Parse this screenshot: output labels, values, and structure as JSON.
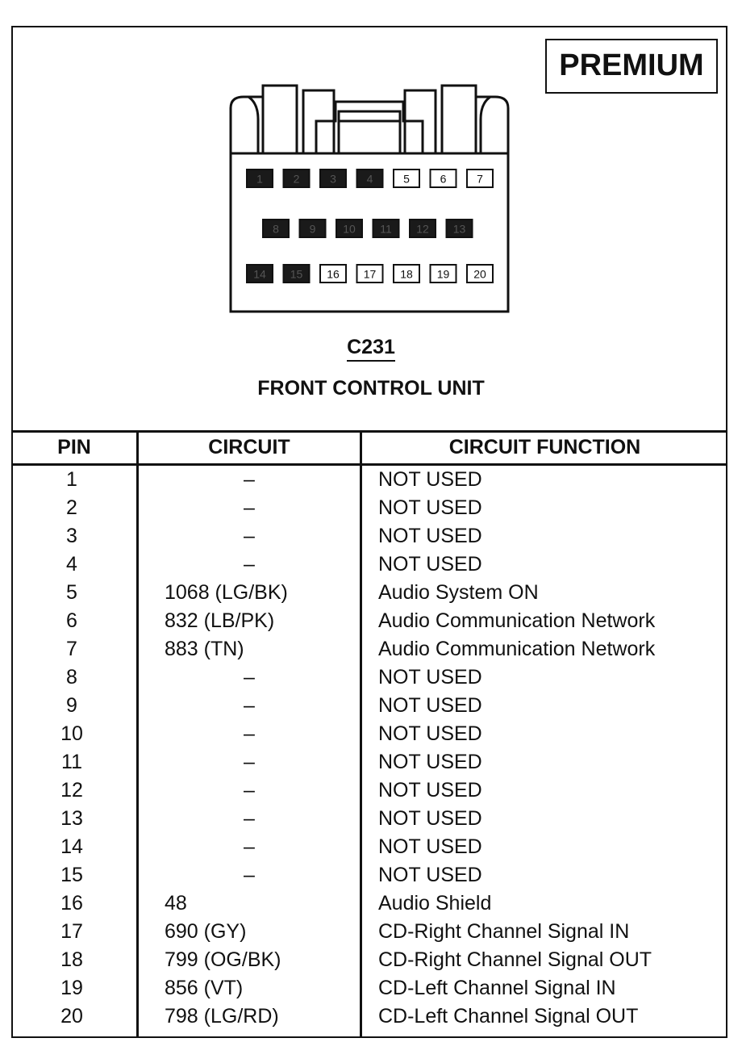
{
  "badge": "PREMIUM",
  "connector": {
    "id": "C231",
    "name": "FRONT CONTROL UNIT",
    "rows": [
      [
        {
          "n": "1",
          "filled": true
        },
        {
          "n": "2",
          "filled": true
        },
        {
          "n": "3",
          "filled": true
        },
        {
          "n": "4",
          "filled": true
        },
        {
          "n": "5",
          "filled": false
        },
        {
          "n": "6",
          "filled": false
        },
        {
          "n": "7",
          "filled": false
        }
      ],
      [
        {
          "n": "8",
          "filled": true
        },
        {
          "n": "9",
          "filled": true
        },
        {
          "n": "10",
          "filled": true
        },
        {
          "n": "11",
          "filled": true
        },
        {
          "n": "12",
          "filled": true
        },
        {
          "n": "13",
          "filled": true
        }
      ],
      [
        {
          "n": "14",
          "filled": true
        },
        {
          "n": "15",
          "filled": true
        },
        {
          "n": "16",
          "filled": false
        },
        {
          "n": "17",
          "filled": false
        },
        {
          "n": "18",
          "filled": false
        },
        {
          "n": "19",
          "filled": false
        },
        {
          "n": "20",
          "filled": false
        }
      ]
    ]
  },
  "table": {
    "headers": {
      "pin": "PIN",
      "circuit": "CIRCUIT",
      "function": "CIRCUIT FUNCTION"
    },
    "rows": [
      {
        "pin": "1",
        "circuit": "–",
        "function": "NOT USED"
      },
      {
        "pin": "2",
        "circuit": "–",
        "function": "NOT USED"
      },
      {
        "pin": "3",
        "circuit": "–",
        "function": "NOT USED"
      },
      {
        "pin": "4",
        "circuit": "–",
        "function": "NOT USED"
      },
      {
        "pin": "5",
        "circuit": "1068 (LG/BK)",
        "function": "Audio System ON"
      },
      {
        "pin": "6",
        "circuit": "832 (LB/PK)",
        "function": "Audio Communication Network"
      },
      {
        "pin": "7",
        "circuit": "883 (TN)",
        "function": "Audio Communication Network"
      },
      {
        "pin": "8",
        "circuit": "–",
        "function": "NOT USED"
      },
      {
        "pin": "9",
        "circuit": "–",
        "function": "NOT USED"
      },
      {
        "pin": "10",
        "circuit": "–",
        "function": "NOT USED"
      },
      {
        "pin": "11",
        "circuit": "–",
        "function": "NOT USED"
      },
      {
        "pin": "12",
        "circuit": "–",
        "function": "NOT USED"
      },
      {
        "pin": "13",
        "circuit": "–",
        "function": "NOT USED"
      },
      {
        "pin": "14",
        "circuit": "–",
        "function": "NOT USED"
      },
      {
        "pin": "15",
        "circuit": "–",
        "function": "NOT USED"
      },
      {
        "pin": "16",
        "circuit": "48",
        "function": "Audio Shield"
      },
      {
        "pin": "17",
        "circuit": "690 (GY)",
        "function": "CD-Right Channel Signal IN"
      },
      {
        "pin": "18",
        "circuit": "799 (OG/BK)",
        "function": "CD-Right Channel Signal OUT"
      },
      {
        "pin": "19",
        "circuit": "856 (VT)",
        "function": "CD-Left Channel Signal IN"
      },
      {
        "pin": "20",
        "circuit": "798 (LG/RD)",
        "function": "CD-Left Channel Signal OUT"
      }
    ]
  }
}
